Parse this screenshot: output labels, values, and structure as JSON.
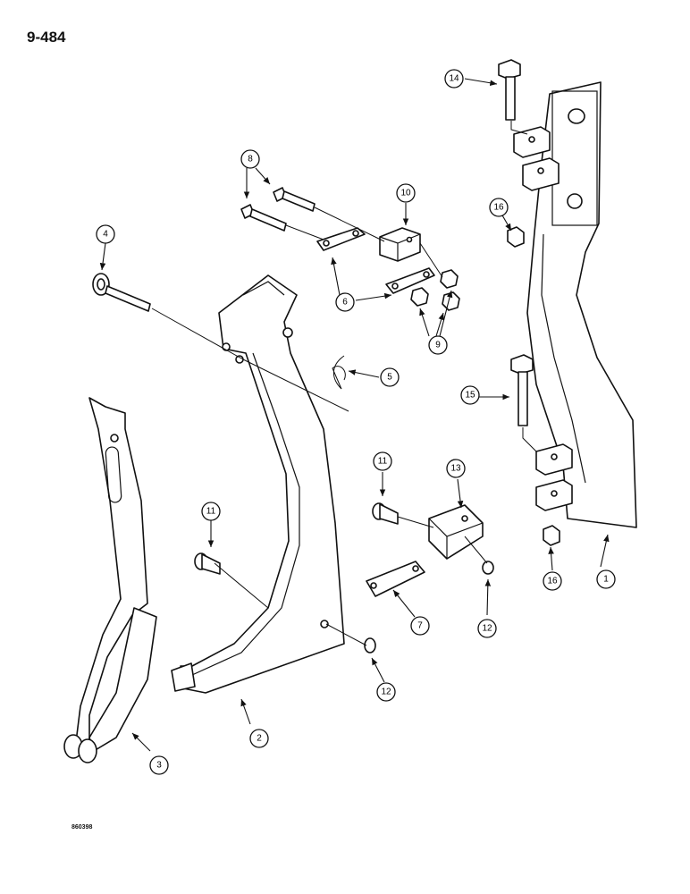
{
  "page_id": "9-484",
  "film_code": "860398",
  "callouts": [
    "1",
    "2",
    "3",
    "4",
    "5",
    "6",
    "7",
    "8",
    "9",
    "10",
    "11",
    "11",
    "12",
    "12",
    "13",
    "14",
    "15",
    "16",
    "16"
  ]
}
